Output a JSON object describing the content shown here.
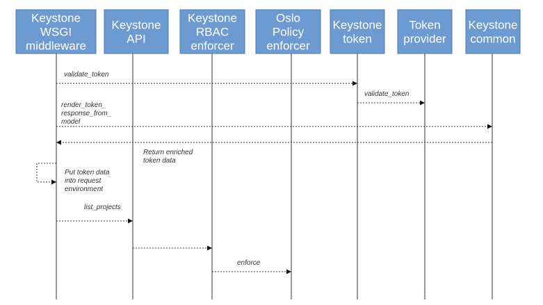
{
  "actors": [
    {
      "id": "wsgi",
      "label": [
        "Keystone",
        "WSGI",
        "middleware"
      ]
    },
    {
      "id": "api",
      "label": [
        "Keystone",
        "API"
      ]
    },
    {
      "id": "rbac",
      "label": [
        "Keystone",
        "RBAC",
        "enforcer"
      ]
    },
    {
      "id": "oslo",
      "label": [
        "Oslo",
        "Policy",
        "enforcer"
      ]
    },
    {
      "id": "token",
      "label": [
        "Keystone",
        "token"
      ]
    },
    {
      "id": "provider",
      "label": [
        "Token",
        "provider"
      ]
    },
    {
      "id": "common",
      "label": [
        "Keystone",
        "common"
      ]
    }
  ],
  "messages": [
    {
      "from": "wsgi",
      "to": "token",
      "label": [
        "validate_token"
      ]
    },
    {
      "from": "token",
      "to": "provider",
      "label": [
        "validate_token"
      ]
    },
    {
      "from": "wsgi",
      "to": "common",
      "label": [
        "render_token_",
        "response_from_",
        "model"
      ]
    },
    {
      "from": "common",
      "to": "wsgi",
      "label": [
        "Return enriched",
        "token data"
      ]
    },
    {
      "from": "wsgi",
      "to": "wsgi",
      "label": [
        "Put token data",
        "into request",
        "environment"
      ]
    },
    {
      "from": "wsgi",
      "to": "api",
      "label": [
        "list_projects"
      ]
    },
    {
      "from": "api",
      "to": "rbac",
      "label": []
    },
    {
      "from": "rbac",
      "to": "oslo",
      "label": [
        "enforce"
      ]
    }
  ],
  "colors": {
    "actor_fill": "#6d9bd1",
    "actor_text": "#ffffff",
    "line": "#333333"
  }
}
